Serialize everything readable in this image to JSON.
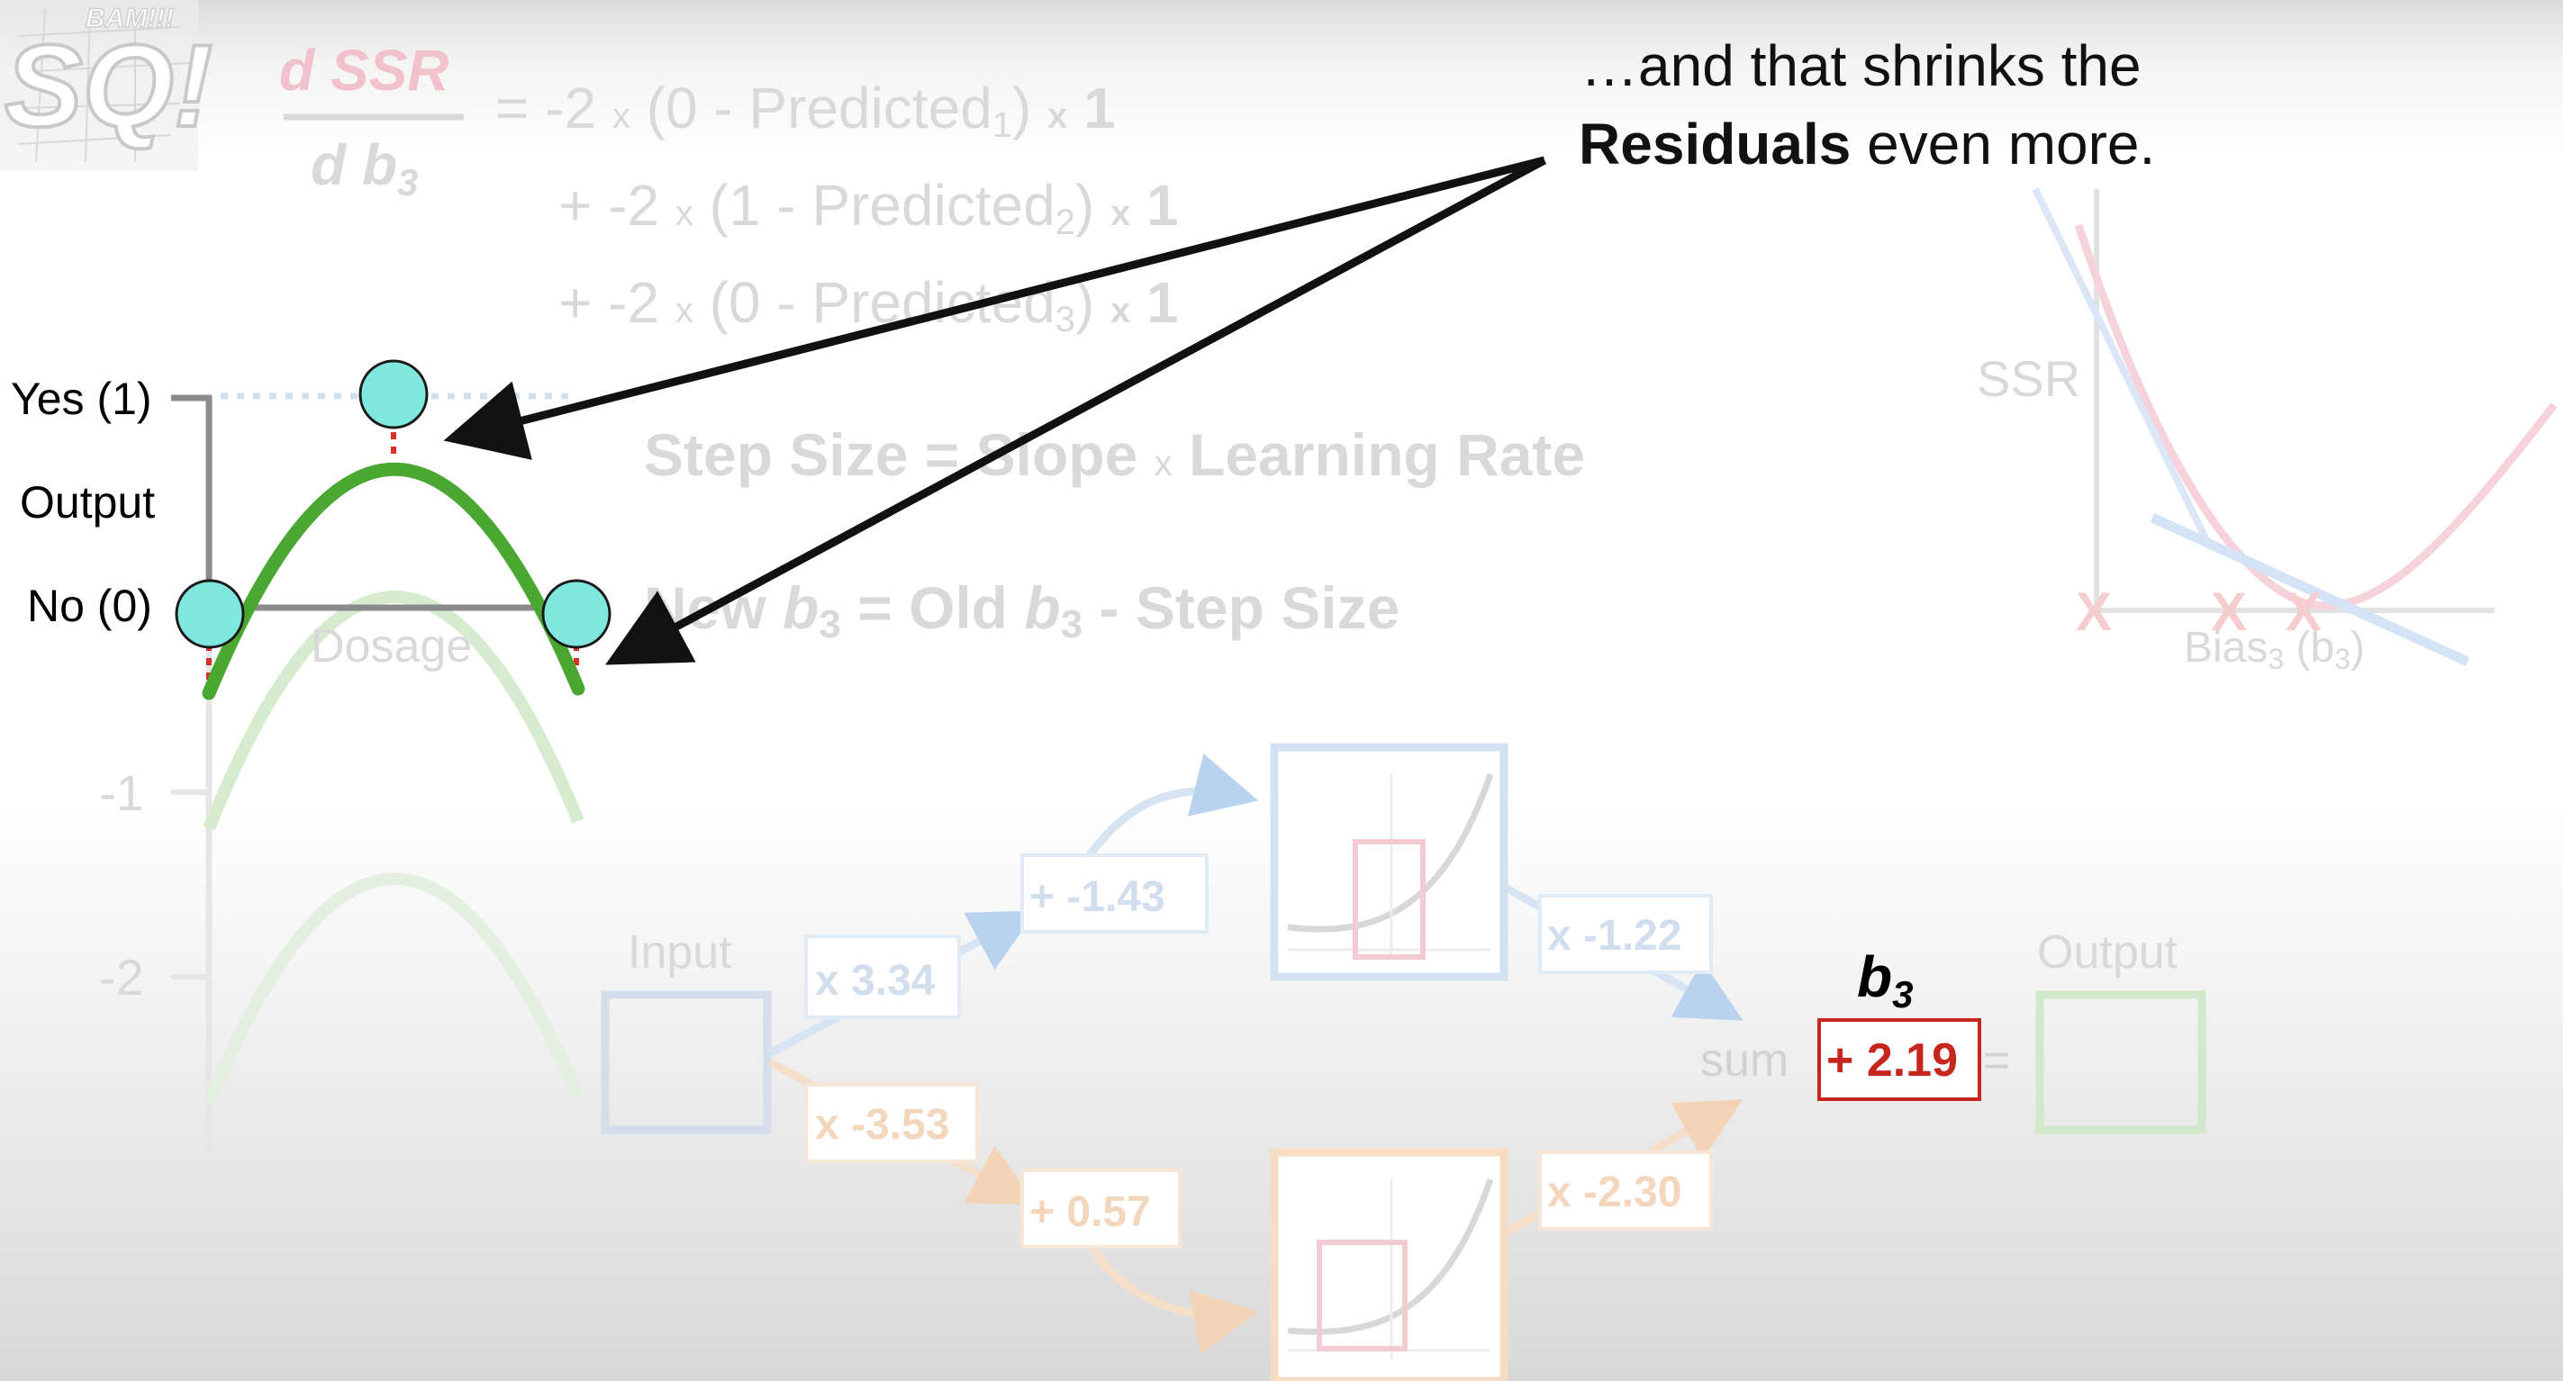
{
  "logo": {
    "main": "SQ!",
    "small": "BAM!!!"
  },
  "derivative": {
    "numerator": "d SSR",
    "denominator_prefix": "d b",
    "denominator_sub": "3",
    "terms": [
      {
        "op": "= ",
        "coef": "-2",
        "times": "x",
        "open": "(0 - Predicted",
        "sub": "1",
        "close": ")",
        "tail_times": "x",
        "tail": "1"
      },
      {
        "op": "+ ",
        "coef": "-2",
        "times": "x",
        "open": "(1 - Predicted",
        "sub": "2",
        "close": ")",
        "tail_times": "x",
        "tail": "1"
      },
      {
        "op": "+ ",
        "coef": "-2",
        "times": "x",
        "open": "(0 - Predicted",
        "sub": "3",
        "close": ")",
        "tail_times": "x",
        "tail": "1"
      }
    ]
  },
  "step_size": {
    "left": "Step Size = Slope",
    "times": "x",
    "right": "Learning Rate"
  },
  "new_b3": {
    "new": "New ",
    "b": "b",
    "sub": "3",
    "mid": " = Old ",
    "end": " - Step Size"
  },
  "annotation": {
    "line1": "…and that shrinks the",
    "line2_bold": "Residuals",
    "line2_rest": " even more."
  },
  "graph": {
    "yes_label": "Yes (1)",
    "output_label": "Output",
    "no_label": "No (0)",
    "xlabel": "Dosage",
    "tick_minus1": "-1",
    "tick_minus2": "-2"
  },
  "ssr_plot": {
    "ylabel": "SSR",
    "xlabel_prefix": "Bias",
    "xlabel_sub": "3",
    "xlabel_var": " (b",
    "xlabel_var_sub": "3",
    "xlabel_close": ")",
    "marker": "X"
  },
  "network": {
    "input_label": "Input",
    "w_top": "x 3.34",
    "w_bottom": "x -3.53",
    "b_top": "+ -1.43",
    "b_bottom": "+ 0.57",
    "w_out_top": "x -1.22",
    "w_out_bottom": "x -2.30",
    "sum_label": "sum",
    "b3_label": "b",
    "b3_sub": "3",
    "b3_value": "+ 2.19",
    "equals": "=",
    "output_label": "Output"
  },
  "colors": {
    "green_curve": "#4aa832",
    "faded_green": "#cfe6c4",
    "cyan_point": "#7fe7de",
    "residual_red": "#d9312a",
    "b3_red": "#c7261f",
    "faded_text": "#d9d9d9",
    "faded_pink": "#f2c2cc",
    "faded_blue": "#c5d9ef",
    "faded_orange": "#f5dcc3"
  }
}
